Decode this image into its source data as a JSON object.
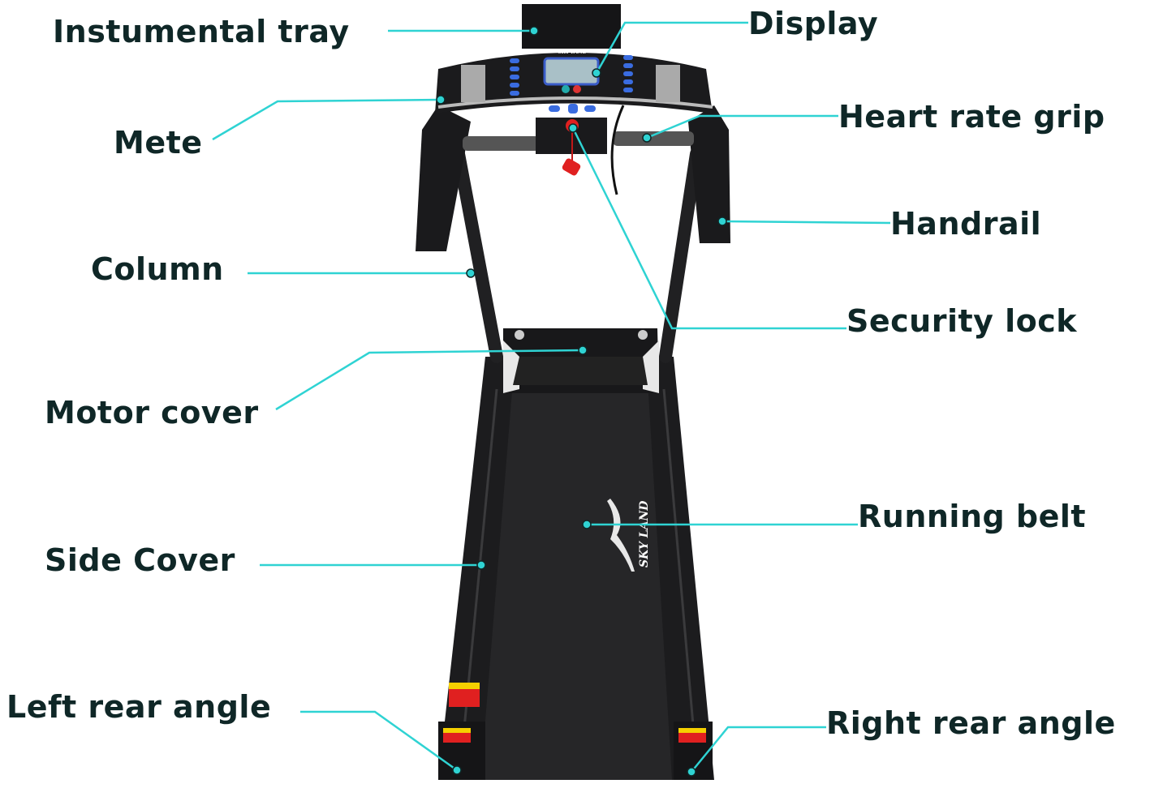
{
  "brand": "SKY LAND",
  "colors": {
    "leader_line": "#2fd3d3",
    "label_text": "#0f2727",
    "machine_body": "#1a1a1c",
    "safety_key": "#e02020"
  },
  "labels": {
    "instrumental_tray": "Instumental tray",
    "display": "Display",
    "meter": "Mete",
    "heart_rate_grip": "Heart rate grip",
    "handrail": "Handrail",
    "column": "Column",
    "security_lock": "Security lock",
    "motor_cover": "Motor cover",
    "running_belt": "Running belt",
    "side_cover": "Side Cover",
    "left_rear_angle": "Left rear angle",
    "right_rear_angle": "Right rear angle"
  }
}
